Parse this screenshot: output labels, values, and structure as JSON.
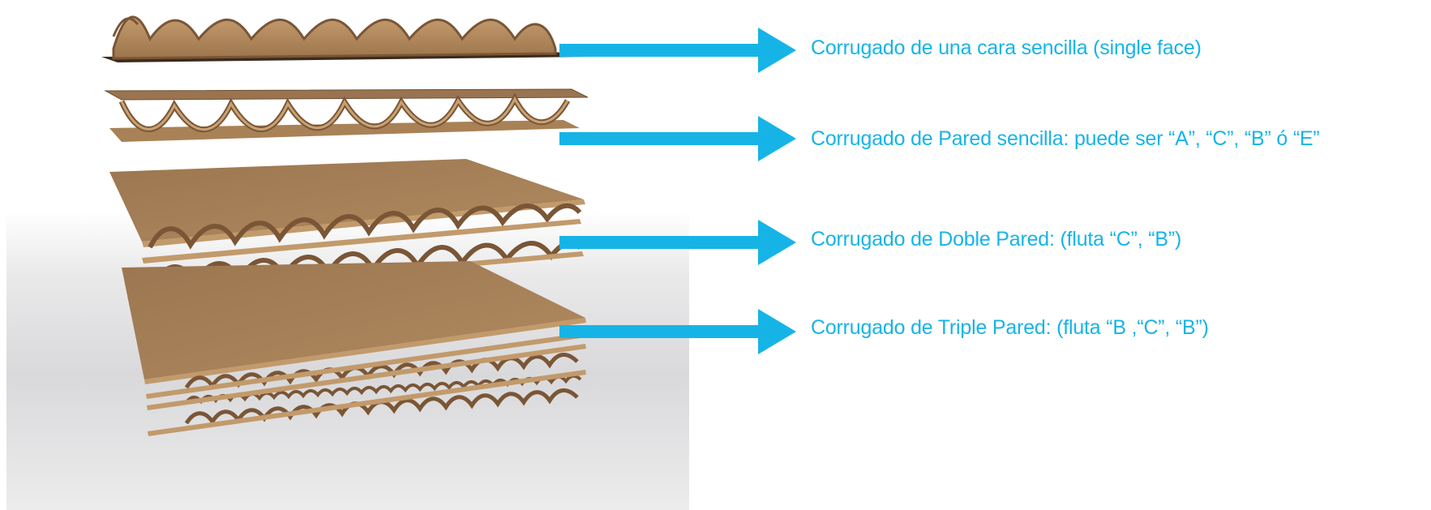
{
  "colors": {
    "accent": "#16b4e6",
    "board_top": "#a47e55",
    "board_edge": "#c39a6c",
    "flute_stroke": "#7a5636",
    "flute_fill": "#b38a5e",
    "backdrop": "#d9d9db"
  },
  "layers": [
    {
      "label": "Corrugado de una cara sencilla (single face)"
    },
    {
      "label": "Corrugado de Pared sencilla: puede ser  “A”, “C”, “B” ó “E”"
    },
    {
      "label": "Corrugado de  Doble  Pared: (fluta “C”, “B”)"
    },
    {
      "label": "Corrugado de  Triple  Pared: (fluta “B ,“C”, “B”)"
    }
  ]
}
